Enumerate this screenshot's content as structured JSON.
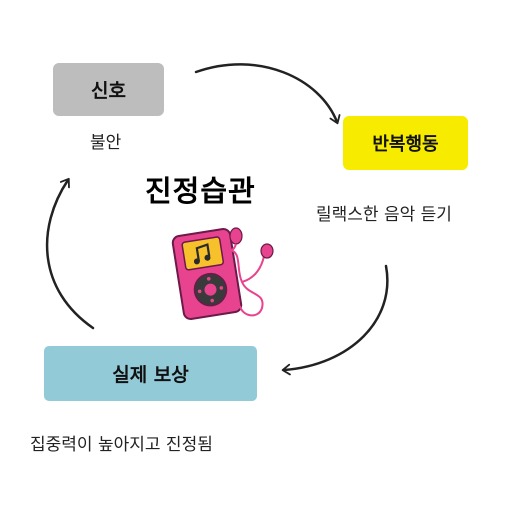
{
  "title": "진정습관",
  "cue": {
    "label": "신호",
    "caption": "불안",
    "color": "#bdbdbd"
  },
  "routine": {
    "label": "반복행동",
    "caption": "릴랙스한 음악 듣기",
    "color": "#f7ec00"
  },
  "reward": {
    "label": "실제 보상",
    "caption": "집중력이 높아지고 진정됨",
    "color": "#93cad8"
  },
  "icons": [
    "music-player-icon",
    "earphones-icon",
    "cycle-arrow-icon"
  ]
}
